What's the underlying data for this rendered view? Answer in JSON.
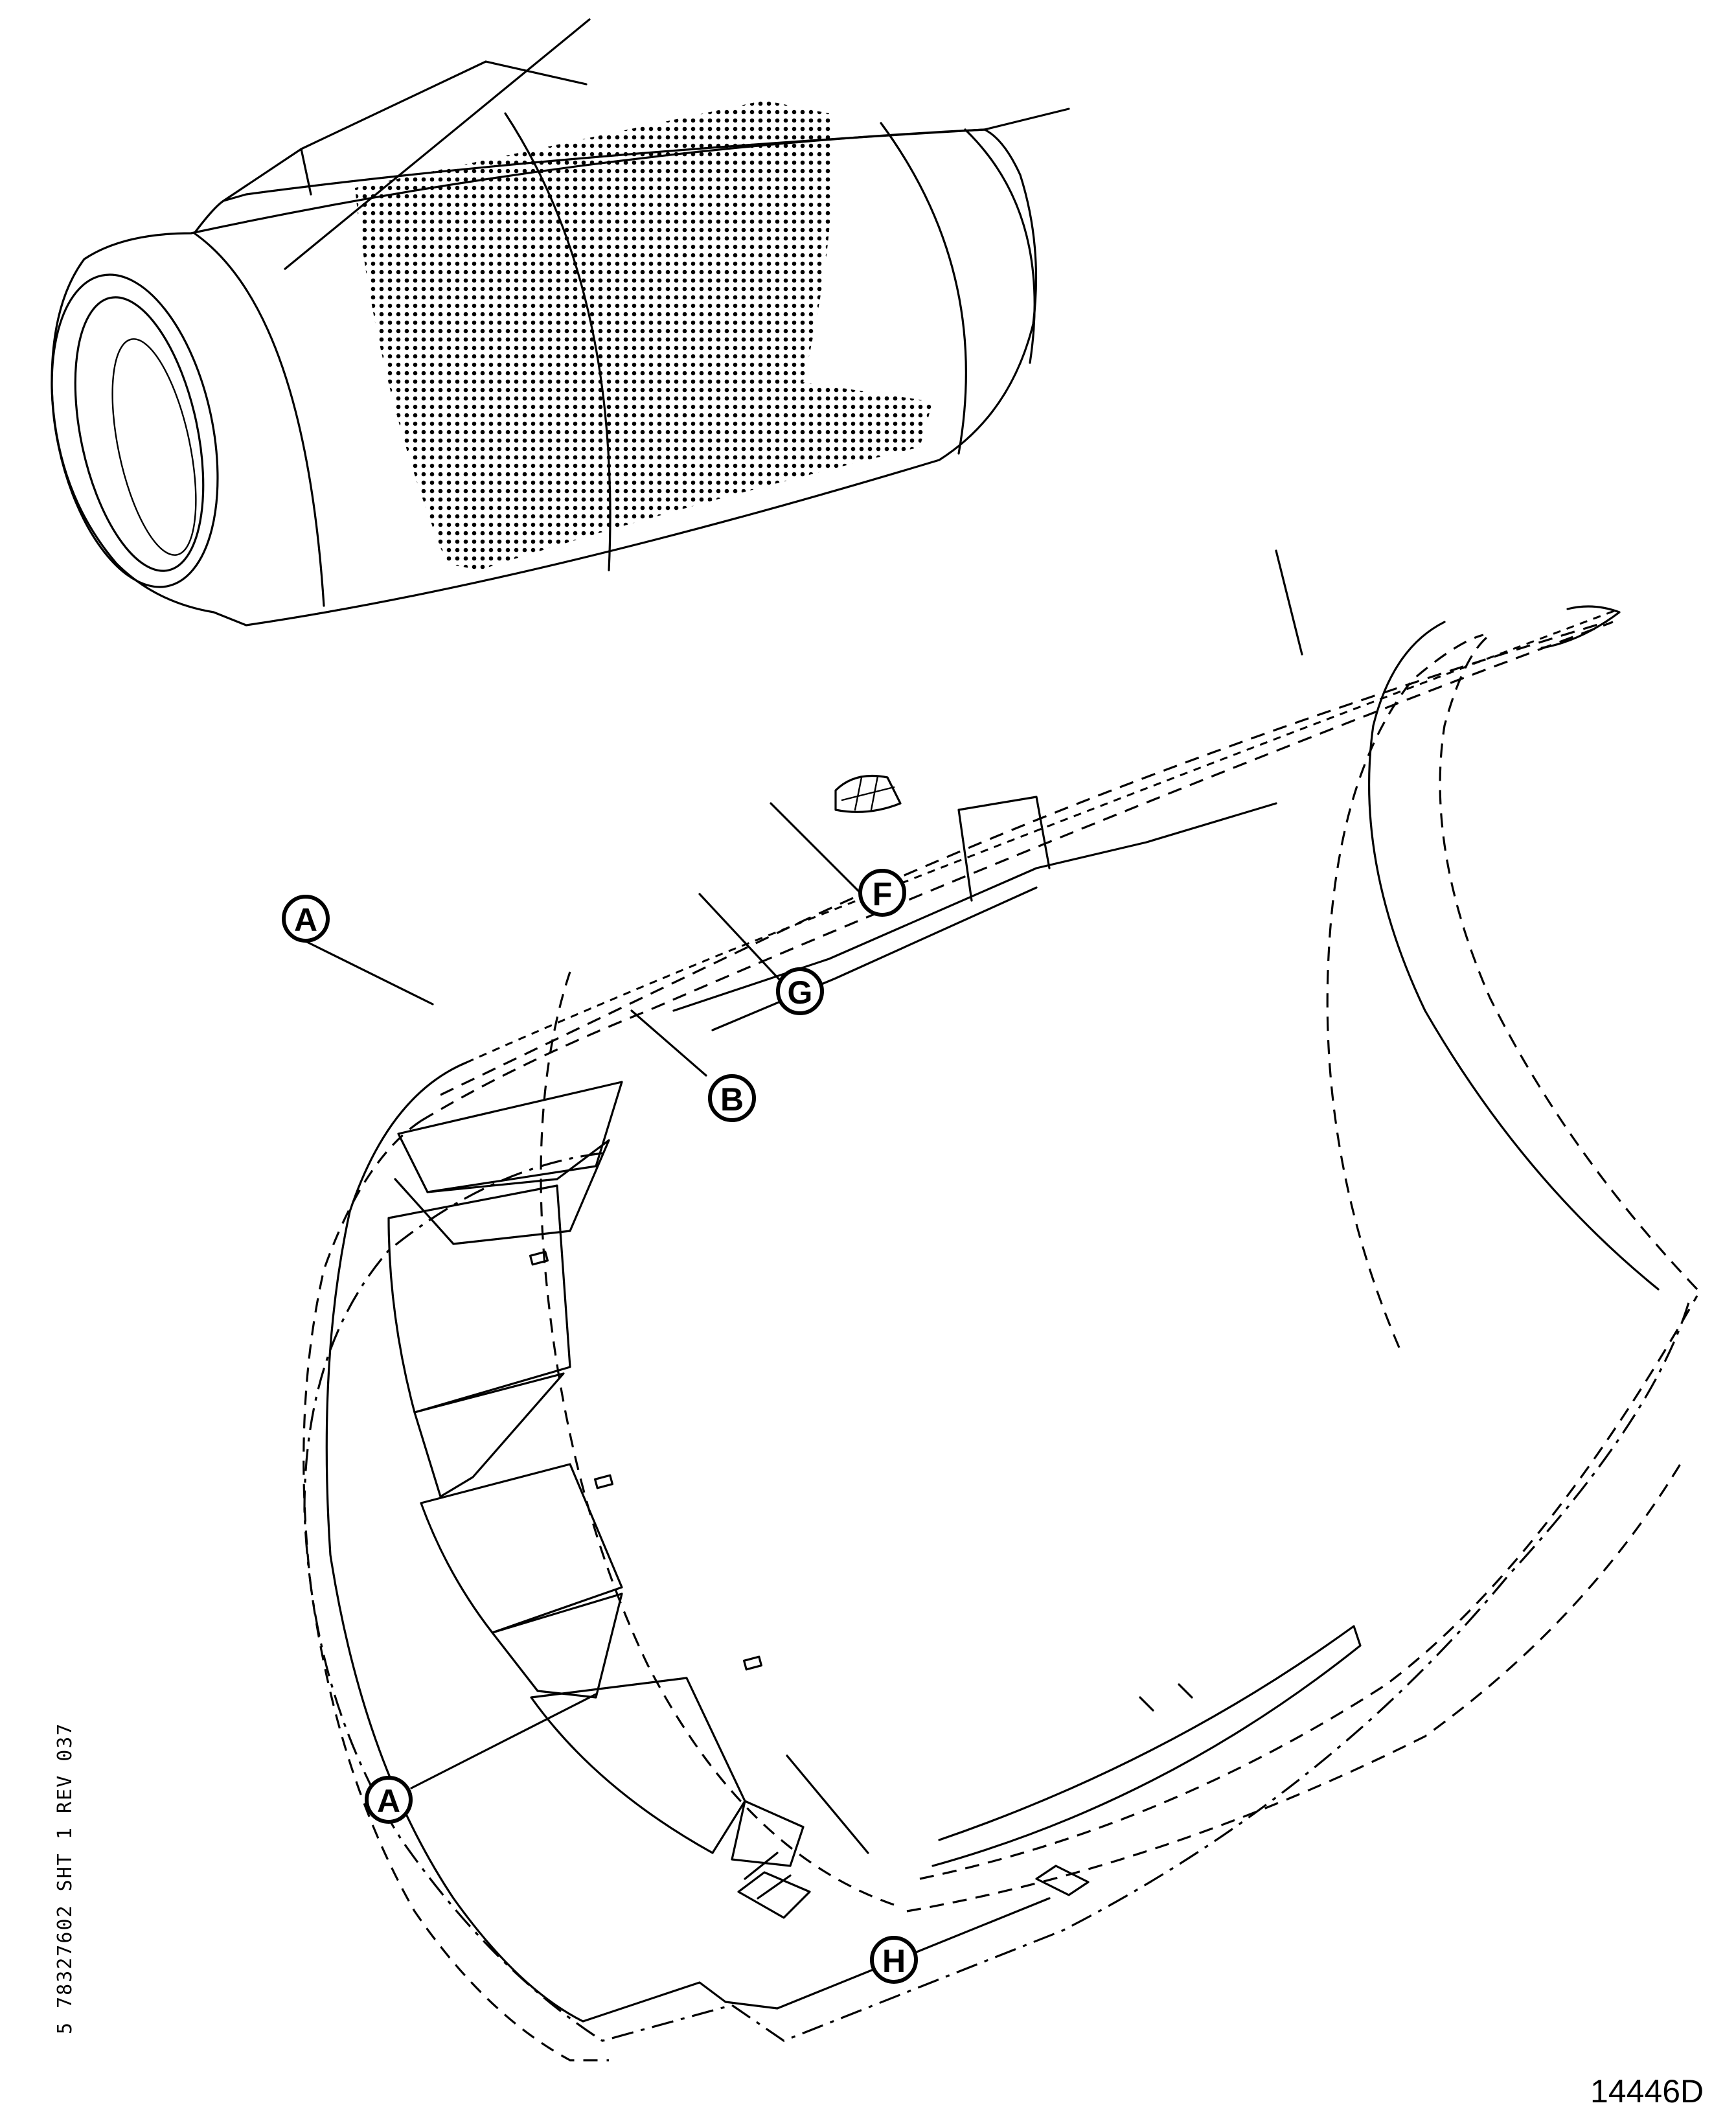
{
  "callouts": [
    {
      "id": "A",
      "label": "A"
    },
    {
      "id": "A2",
      "label": "A"
    },
    {
      "id": "B",
      "label": "B"
    },
    {
      "id": "F",
      "label": "F"
    },
    {
      "id": "G",
      "label": "G"
    },
    {
      "id": "H",
      "label": "H"
    }
  ],
  "figure_number": "14446D",
  "side_code": "5 78327602 SHT 1 REV 037",
  "colors": {
    "ink": "#000000",
    "paper": "#ffffff"
  }
}
